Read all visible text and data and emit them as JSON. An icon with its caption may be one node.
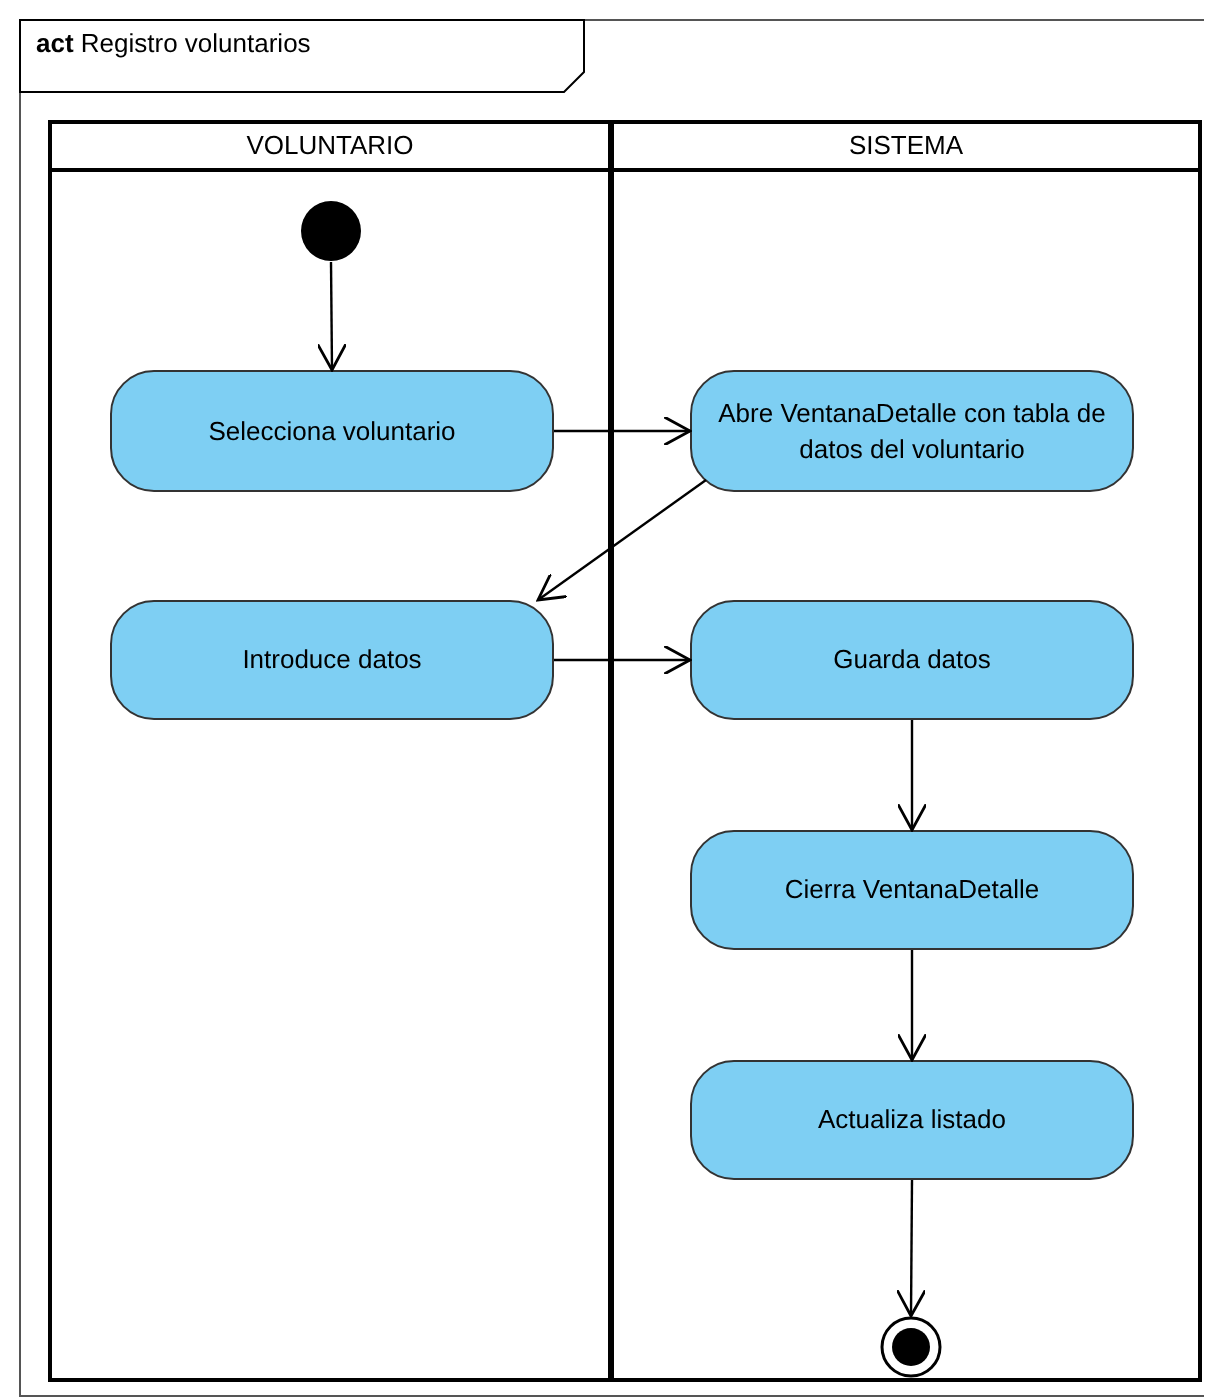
{
  "diagram": {
    "title": "**act** Registro voluntarios",
    "nodes": [
      {
        "text": [
          "VOLUNTARIO"
        ]
      },
      {
        "text": [
          "SISTEMA"
        ]
      },
      {
        "text": [],
        "shape": "circle",
        "in": 0
      },
      {
        "text": [
          "Selecciona voluntario"
        ],
        "in": 0
      },
      {
        "text": [
          "Abre VentanaDetalle con tabla de datos del voluntario"
        ],
        "in": 1
      },
      {
        "text": [
          "Introduce datos"
        ],
        "in": 0
      },
      {
        "text": [
          "Guarda datos"
        ],
        "in": 1
      },
      {
        "text": [
          "Cierra VentanaDetalle"
        ],
        "in": 1
      },
      {
        "text": [
          "Actualiza listado"
        ],
        "in": 1
      },
      {
        "text": [],
        "shape": "circle",
        "in": 1
      }
    ],
    "edges": [
      {
        "from": 2,
        "to": 3,
        "arrow": "to"
      },
      {
        "from": 3,
        "to": 4,
        "arrow": "to"
      },
      {
        "from": 4,
        "to": 5,
        "arrow": "to"
      },
      {
        "from": 5,
        "to": 6,
        "arrow": "to"
      },
      {
        "from": 6,
        "to": 7,
        "arrow": "to"
      },
      {
        "from": 7,
        "to": 8,
        "arrow": "to"
      },
      {
        "from": 8,
        "to": 9,
        "arrow": "to"
      }
    ]
  }
}
